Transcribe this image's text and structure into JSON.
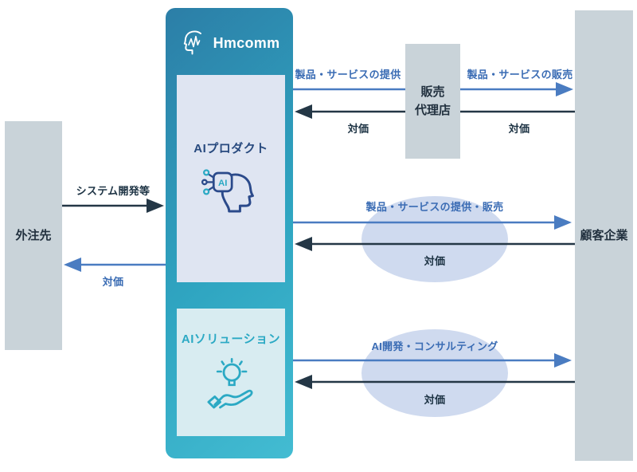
{
  "brand": {
    "name": "Hmcomm"
  },
  "hmcomm": {
    "product_label": "AIプロダクト",
    "solution_label": "AIソリューション"
  },
  "entities": {
    "outsourcing": "外注先",
    "agency_line1": "販売",
    "agency_line2": "代理店",
    "customer": "顧客企業"
  },
  "flows": {
    "provide_products": "製品・サービスの提供",
    "sell_products": "製品・サービスの販売",
    "compensation_top_left": "対価",
    "compensation_top_right": "対価",
    "system_dev": "システム開発等",
    "compensation_outsource": "対価",
    "provide_sell": "製品・サービスの提供・販売",
    "compensation_mid": "対価",
    "ai_consulting": "AI開発・コンサルティング",
    "compensation_bottom": "対価"
  },
  "icons": {
    "ai_chip": "AI"
  },
  "colors": {
    "brand_gradient_start": "#2c7ea7",
    "brand_gradient_end": "#43bcd2",
    "arrow_blue": "#4a7cc1",
    "arrow_dark": "#243746",
    "label_blue": "#3a6cb4",
    "label_dark": "#1d3344",
    "entity_box_gray": "#c9d3d9",
    "product_box_bg": "#dfe5f2",
    "solution_box_bg": "#d8ecf1",
    "product_label_color": "#27497e",
    "solution_label_color": "#2ba9c4",
    "ellipse_bg": "#cfdaef",
    "logo_white": "#ffffff"
  }
}
